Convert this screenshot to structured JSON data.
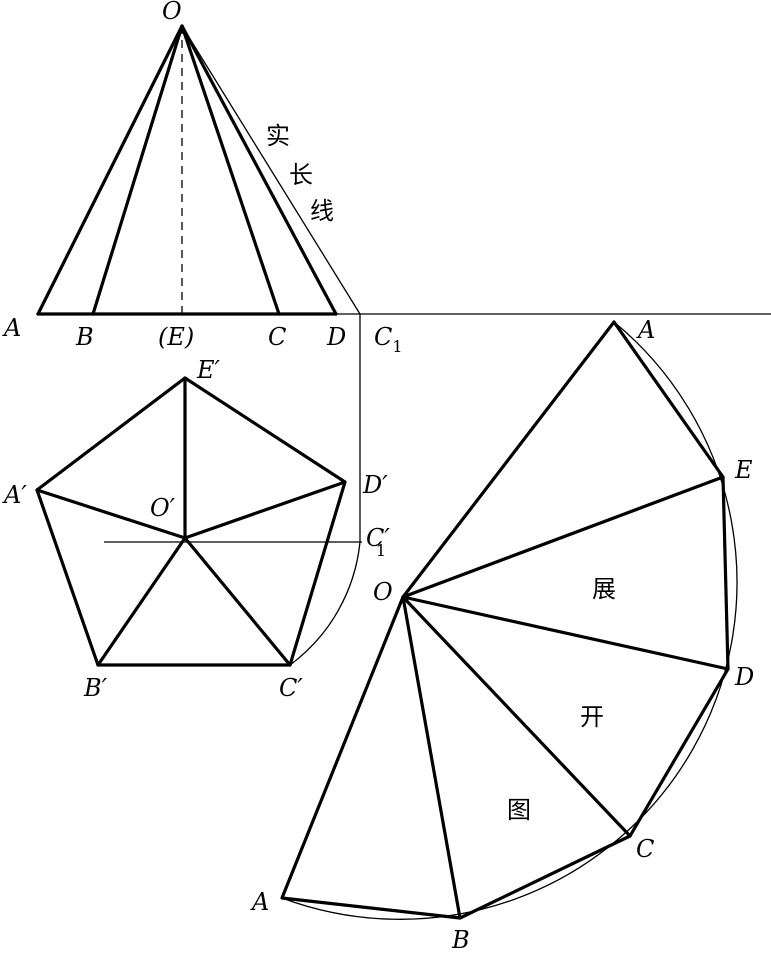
{
  "front_view": {
    "apex": "O",
    "base_labels": [
      "A",
      "B",
      "(E)",
      "C",
      "D"
    ],
    "c1_label": "C",
    "c1_sub": "1",
    "true_length_label": [
      "实",
      "长",
      "线"
    ]
  },
  "top_view": {
    "vertices": [
      "A′",
      "B′",
      "C′",
      "D′",
      "E′"
    ],
    "center": "O′",
    "c1_prime_label": "C′",
    "c1_prime_sub": "1"
  },
  "development": {
    "center": "O",
    "vertices": [
      "A",
      "E",
      "D",
      "C",
      "B",
      "A"
    ],
    "caption": [
      "展",
      "开",
      "图"
    ]
  }
}
